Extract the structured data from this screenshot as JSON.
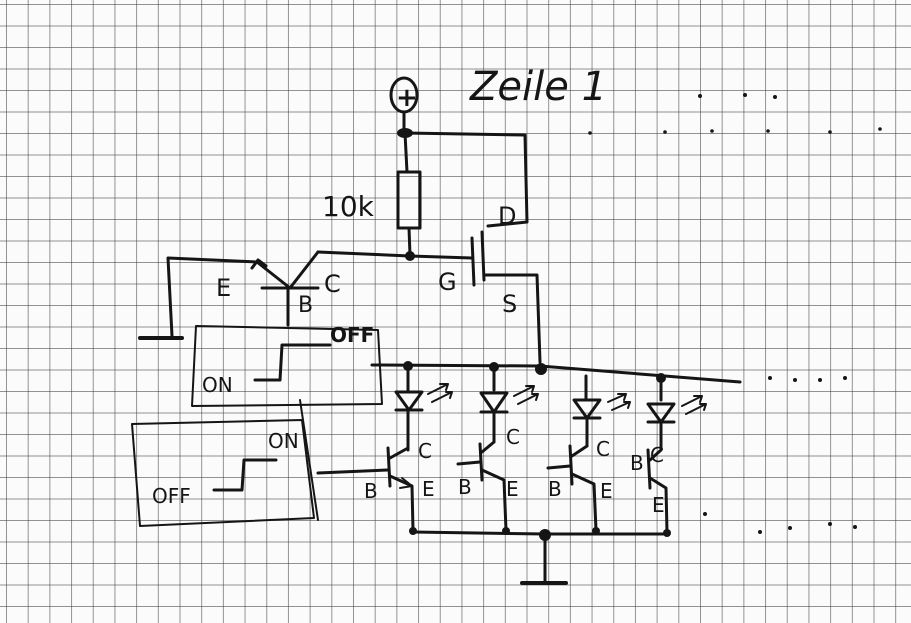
{
  "title": "Zeile 1",
  "labels": {
    "supply": "+",
    "resistor": "10k",
    "drain": "D",
    "gate": "G",
    "source": "S",
    "pnp_emitter": "E",
    "pnp_base": "B",
    "pnp_collector": "C",
    "switch1_on": "ON",
    "switch1_off": "OFF",
    "switch2_on": "ON",
    "switch2_off": "OFF",
    "t1_base": "B",
    "t1_collector": "C",
    "t1_emitter": "E",
    "t2_base": "B",
    "t2_collector": "C",
    "t2_emitter": "E",
    "t3_base": "B",
    "t3_collector": "C",
    "t3_emitter": "E",
    "t4_base": "B",
    "t4_collector": "C",
    "t4_emitter": "E"
  },
  "colors": {
    "ink": "#151515",
    "paper": "#fbfbfb",
    "grid": "#3c3c3c"
  }
}
